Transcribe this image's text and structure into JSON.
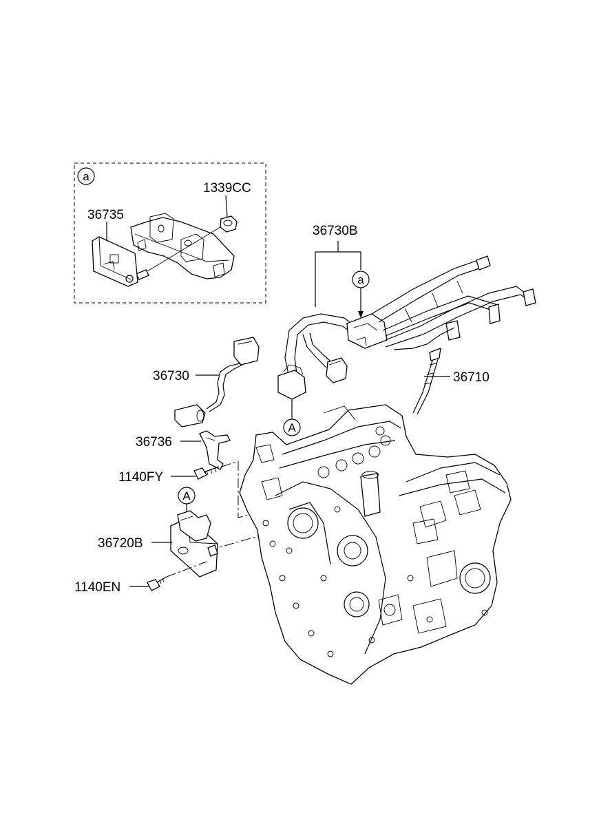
{
  "callouts": {
    "a": "a",
    "A": "A"
  },
  "labels": {
    "l_1339cc": "1339CC",
    "l_36735": "36735",
    "l_36730b": "36730B",
    "l_36730": "36730",
    "l_36710": "36710",
    "l_36736": "36736",
    "l_1140fy": "1140FY",
    "l_36720b": "36720B",
    "l_1140en": "1140EN"
  }
}
